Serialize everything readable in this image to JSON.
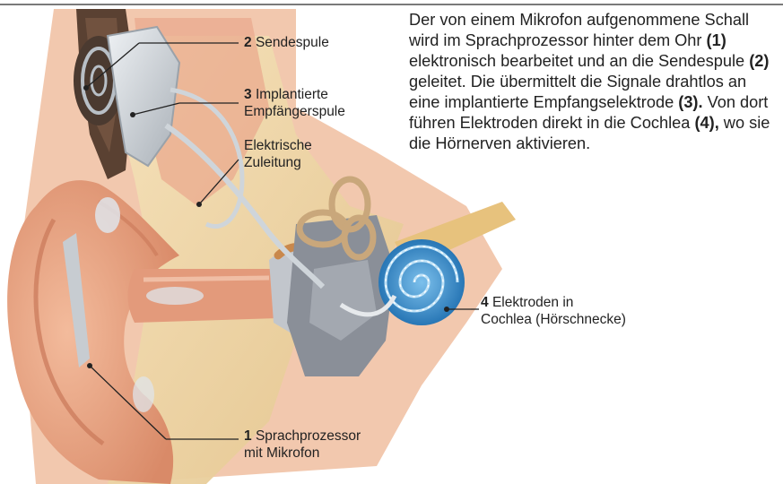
{
  "labels": {
    "sendespule": {
      "num": "2",
      "text": "Sendespule"
    },
    "empfaenger": {
      "num": "3",
      "line1": "Implantierte",
      "line2": "Empfängerspule"
    },
    "zuleitung": {
      "line1": "Elektrische",
      "line2": "Zuleitung"
    },
    "elektroden": {
      "num": "4",
      "line1": "Elektroden in",
      "line2": "Cochlea (Hörschnecke)"
    },
    "prozessor": {
      "num": "1",
      "line1": "Sprachprozessor",
      "line2": "mit Mikrofon"
    }
  },
  "description": {
    "t1": "Der von einem Mikrofon aufgenommene Schall wird im Sprachprozessor hinter dem Ohr ",
    "b1": "(1)",
    "t2": " elektronisch bearbeitet und an die Sendespule ",
    "b2": "(2)",
    "t3": " geleitet. Die übermittelt die Signale drahtlos an eine implantierte Empfangselektrode ",
    "b3": "(3).",
    "t4": " Von dort führen Elektroden direkt in die Cochlea ",
    "b4": "(4),",
    "t5": " wo sie die Hörnerven aktivieren."
  },
  "colors": {
    "skin": "#e8a585",
    "skin_dark": "#c97858",
    "bone": "#efd7a6",
    "cochlea": "#2d86c9",
    "implant": "#c7ccd1",
    "hair": "#5a4132",
    "leader": "#222222"
  }
}
